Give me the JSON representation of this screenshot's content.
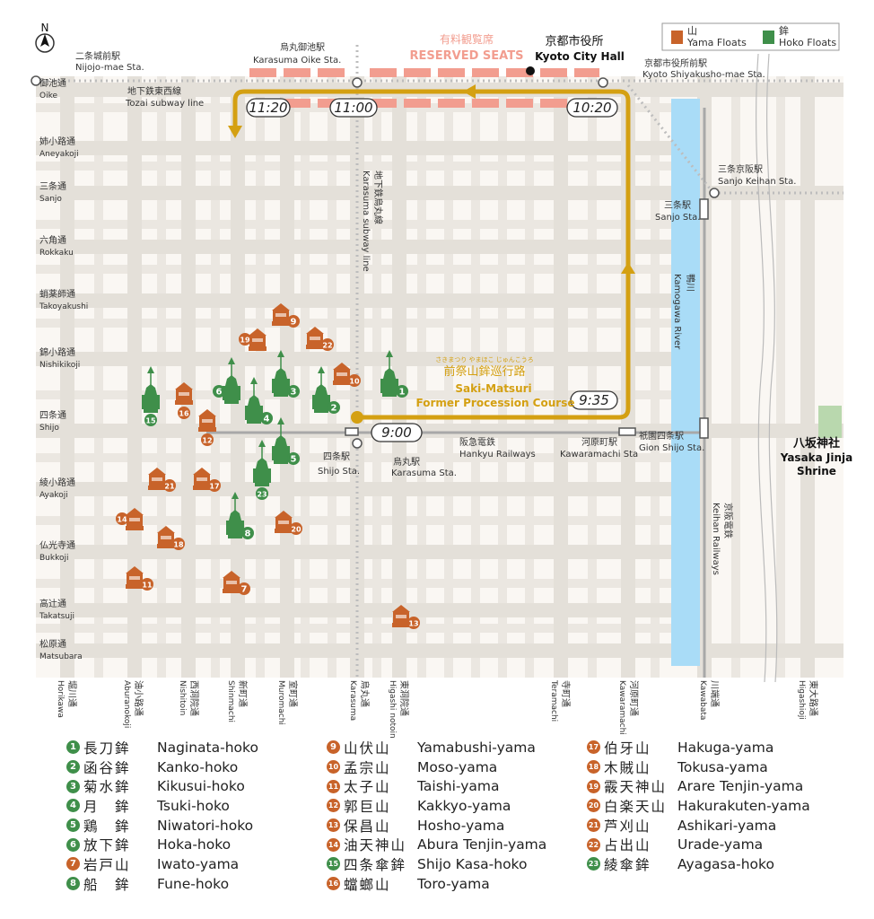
{
  "compass": {
    "letter": "N"
  },
  "legend_box": {
    "yama_jp": "山",
    "yama_en": "Yama Floats",
    "hoko_jp": "鉾",
    "hoko_en": "Hoko Floats"
  },
  "colors": {
    "yama": "#c8632a",
    "hoko": "#3f8f4a",
    "route": "#d4a012",
    "river": "#a9dcf7",
    "reserved": "#f29d8f",
    "road": "#e9e6e1",
    "street": "#f6f3ef",
    "park": "#b9d8ae"
  },
  "reserved": {
    "jp": "有料観覧席",
    "en": "RESERVED SEATS"
  },
  "city_hall": {
    "jp": "京都市役所",
    "en": "Kyoto City Hall"
  },
  "stations": {
    "nijojo": {
      "jp": "二条城前駅",
      "en": "Nijojo-mae Sta."
    },
    "karasuma_oike": {
      "jp": "烏丸御池駅",
      "en": "Karasuma Oike Sta."
    },
    "shiyakusho": {
      "jp": "京都市役所前駅",
      "en": "Kyoto Shiyakusho-mae Sta."
    },
    "sanjo_keihan": {
      "jp": "三条京阪駅",
      "en": "Sanjo Keihan Sta."
    },
    "sanjo": {
      "jp": "三条駅",
      "en": "Sanjo Sta."
    },
    "shijo": {
      "jp": "四条駅",
      "en": "Shijo Sta."
    },
    "karasuma": {
      "jp": "烏丸駅",
      "en": "Karasuma Sta."
    },
    "kawaramachi": {
      "jp": "河原町駅",
      "en": "Kawaramachi Sta"
    },
    "gion_shijo": {
      "jp": "祇園四条駅",
      "en": "Gion Shijo Sta."
    }
  },
  "lines": {
    "tozai": {
      "jp": "地下鉄東西線",
      "en": "Tozai subway line"
    },
    "karasuma_line": {
      "jp": "地下鉄烏丸線",
      "en": "Karasuma subway line"
    },
    "hankyu": {
      "jp": "阪急電鉄",
      "en": "Hankyu Railways"
    },
    "keihan": {
      "jp": "京阪電鉄",
      "en": "Keihan Railways"
    }
  },
  "river": {
    "jp": "鴨川",
    "en": "Kamogawa River"
  },
  "shrine": {
    "jp": "八坂神社",
    "en1": "Yasaka Jinja",
    "en2": "Shrine"
  },
  "route": {
    "kana": "さきまつり やまほこ じゅんこうろ",
    "jp": "前祭山鉾巡行路",
    "en1": "Saki-Matsuri",
    "en2": "Former Procession Course"
  },
  "times": {
    "t900": "9:00",
    "t935": "9:35",
    "t1020": "10:20",
    "t1100": "11:00",
    "t1120": "11:20"
  },
  "streets_h": [
    {
      "jp": "御池通",
      "en": "Oike"
    },
    {
      "jp": "姉小路通",
      "en": "Aneyakoji"
    },
    {
      "jp": "三条通",
      "en": "Sanjo"
    },
    {
      "jp": "六角通",
      "en": "Rokkaku"
    },
    {
      "jp": "蛸薬師通",
      "en": "Takoyakushi"
    },
    {
      "jp": "錦小路通",
      "en": "Nishikikoji"
    },
    {
      "jp": "四条通",
      "en": "Shijo"
    },
    {
      "jp": "綾小路通",
      "en": "Ayakoji"
    },
    {
      "jp": "仏光寺通",
      "en": "Bukkoji"
    },
    {
      "jp": "高辻通",
      "en": "Takatsuji"
    },
    {
      "jp": "松原通",
      "en": "Matsubara"
    }
  ],
  "streets_v": [
    {
      "jp": "堀川通",
      "en": "Horikawa"
    },
    {
      "jp": "油小路通",
      "en": "Aburanokoji"
    },
    {
      "jp": "西洞院通",
      "en": "Nishitoin"
    },
    {
      "jp": "新町通",
      "en": "Shinmachi"
    },
    {
      "jp": "室町通",
      "en": "Muromachi"
    },
    {
      "jp": "烏丸通",
      "en": "Karasuma"
    },
    {
      "jp": "東洞院通",
      "en": "Higashi notoin"
    },
    {
      "jp": "寺町通",
      "en": "Teramachi"
    },
    {
      "jp": "河原町通",
      "en": "Kawaramachi"
    },
    {
      "jp": "川端通",
      "en": "Kawabata"
    },
    {
      "jp": "東大路通",
      "en": "Higashioji"
    }
  ],
  "floats": [
    {
      "n": "1",
      "type": "hoko",
      "jp": "長刀鉾",
      "en": "Naginata-hoko"
    },
    {
      "n": "2",
      "type": "hoko",
      "jp": "函谷鉾",
      "en": "Kanko-hoko"
    },
    {
      "n": "3",
      "type": "hoko",
      "jp": "菊水鉾",
      "en": "Kikusui-hoko"
    },
    {
      "n": "4",
      "type": "hoko",
      "jp": "月　鉾",
      "en": "Tsuki-hoko"
    },
    {
      "n": "5",
      "type": "hoko",
      "jp": "鶏　鉾",
      "en": "Niwatori-hoko"
    },
    {
      "n": "6",
      "type": "hoko",
      "jp": "放下鉾",
      "en": "Hoka-hoko"
    },
    {
      "n": "7",
      "type": "yama",
      "jp": "岩戸山",
      "en": "Iwato-yama"
    },
    {
      "n": "8",
      "type": "hoko",
      "jp": "船　鉾",
      "en": "Fune-hoko"
    },
    {
      "n": "9",
      "type": "yama",
      "jp": "山伏山",
      "en": "Yamabushi-yama"
    },
    {
      "n": "10",
      "type": "yama",
      "jp": "孟宗山",
      "en": "Moso-yama"
    },
    {
      "n": "11",
      "type": "yama",
      "jp": "太子山",
      "en": "Taishi-yama"
    },
    {
      "n": "12",
      "type": "yama",
      "jp": "郭巨山",
      "en": "Kakkyo-yama"
    },
    {
      "n": "13",
      "type": "yama",
      "jp": "保昌山",
      "en": "Hosho-yama"
    },
    {
      "n": "14",
      "type": "yama",
      "jp": "油天神山",
      "en": "Abura Tenjin-yama"
    },
    {
      "n": "15",
      "type": "hoko",
      "jp": "四条傘鉾",
      "en": "Shijo Kasa-hoko"
    },
    {
      "n": "16",
      "type": "yama",
      "jp": "蟷螂山",
      "en": "Toro-yama"
    },
    {
      "n": "17",
      "type": "yama",
      "jp": "伯牙山",
      "en": "Hakuga-yama"
    },
    {
      "n": "18",
      "type": "yama",
      "jp": "木賊山",
      "en": "Tokusa-yama"
    },
    {
      "n": "19",
      "type": "yama",
      "jp": "霰天神山",
      "en": "Arare Tenjin-yama"
    },
    {
      "n": "20",
      "type": "yama",
      "jp": "白楽天山",
      "en": "Hakurakuten-yama"
    },
    {
      "n": "21",
      "type": "yama",
      "jp": "芦刈山",
      "en": "Ashikari-yama"
    },
    {
      "n": "22",
      "type": "yama",
      "jp": "占出山",
      "en": "Urade-yama"
    },
    {
      "n": "23",
      "type": "hoko",
      "jp": "綾傘鉾",
      "en": "Ayagasa-hoko"
    }
  ]
}
